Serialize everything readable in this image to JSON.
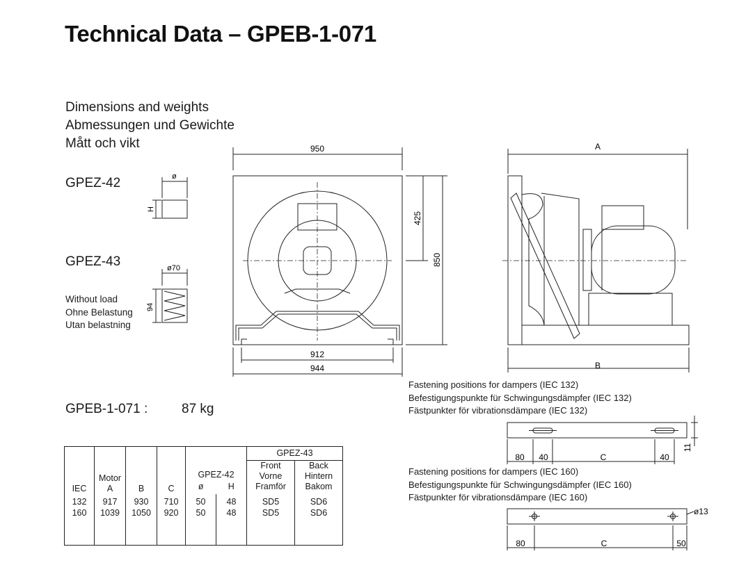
{
  "title": "Technical Data – GPEB-1-071",
  "section": {
    "line1": "Dimensions and weights",
    "line2": "Abmessungen und Gewichte",
    "line3": "Mått och vikt"
  },
  "gpez42": {
    "label": "GPEZ-42",
    "dim_d": "ø",
    "dim_h": "H"
  },
  "gpez43": {
    "label": "GPEZ-43",
    "dim_d": "ø70",
    "dim_h": "94"
  },
  "load": {
    "line1": "Without load",
    "line2": "Ohne Belastung",
    "line3": "Utan belastning"
  },
  "front_dims": {
    "top": "950",
    "right_top": "425",
    "right": "850",
    "bottom1": "912",
    "bottom2": "944"
  },
  "side_dims": {
    "top": "A",
    "bottom": "B"
  },
  "weight": {
    "model": "GPEB-1-071 :",
    "value": "87 kg"
  },
  "fasten132": {
    "line1": "Fastening positions for dampers (IEC 132)",
    "line2": "Befestigungspunkte für Schwingungsdämpfer (IEC 132)",
    "line3": "Fästpunkter för vibrationsdämpare (IEC 132)",
    "d80": "80",
    "d40a": "40",
    "dC": "C",
    "d40b": "40",
    "d11": "11"
  },
  "fasten160": {
    "line1": "Fastening positions for dampers (IEC 160)",
    "line2": "Befestigungspunkte für Schwingungsdämpfer (IEC 160)",
    "line3": "Fästpunkter för vibrationsdämpare (IEC 160)",
    "d80": "80",
    "dC": "C",
    "d50": "50",
    "d13": "ø13"
  },
  "table": {
    "group_gpez43": "GPEZ-43",
    "front": [
      "Front",
      "Vorne",
      "Framför"
    ],
    "back": [
      "Back",
      "Hintern",
      "Bakom"
    ],
    "motor": [
      "Motor",
      "A"
    ],
    "h_iec": "IEC",
    "h_b": "B",
    "h_c": "C",
    "group_gpez42": "GPEZ-42",
    "h_d": "ø",
    "h_h": "H",
    "rows": [
      {
        "iec": "132",
        "a": "917",
        "b": "930",
        "c": "710",
        "d": "50",
        "h": "48",
        "front": "SD5",
        "back": "SD6"
      },
      {
        "iec": "160",
        "a": "1039",
        "b": "1050",
        "c": "920",
        "d": "50",
        "h": "48",
        "front": "SD5",
        "back": "SD6"
      }
    ]
  },
  "colors": {
    "text": "#1a1a1a",
    "line": "#222222"
  }
}
